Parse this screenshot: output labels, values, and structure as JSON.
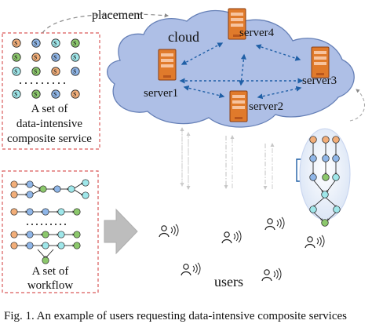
{
  "diagram": {
    "placement_label": "placement",
    "cloud_label": "cloud",
    "servers": [
      {
        "label": "server4"
      },
      {
        "label": "server3"
      },
      {
        "label": "server1"
      },
      {
        "label": "server2"
      }
    ],
    "service_box_lines": [
      "A set of",
      "data-intensive",
      "composite service"
    ],
    "service_symbol": "S",
    "workflow_box_lines": [
      "A set of",
      "workflow"
    ],
    "users_label": "users",
    "caption": "Fig. 1.   An example of users requesting data-intensive composite services"
  },
  "colors": {
    "red_dash": "#d95b5b",
    "cloud_fill": "#aebfe6",
    "cloud_stroke": "#6680b7",
    "server_orange": "#e07a2b",
    "server_dark": "#b8561d",
    "workflow_orange": "#f2ae79",
    "workflow_blue": "#8fb6e8",
    "workflow_cyan": "#9fe7ea",
    "workflow_green": "#8cc86c",
    "arrow_gray": "#bdbdbd",
    "connector_blue": "#1f5fa6"
  },
  "icons": {
    "user_icon": "user-with-wifi-icon",
    "document_icon": "document-icon",
    "server_icon": "server-icon"
  }
}
